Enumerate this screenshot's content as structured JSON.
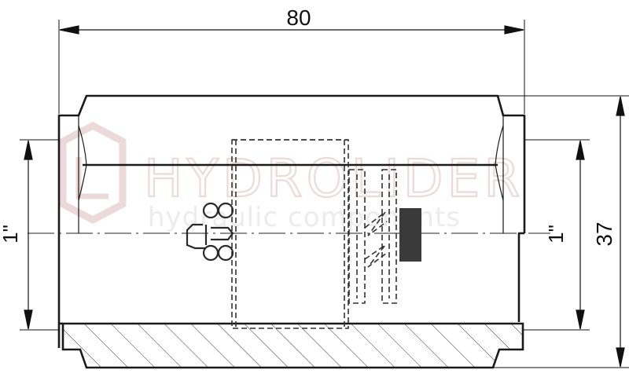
{
  "diagram": {
    "dimensions": {
      "length": "80",
      "height": "37",
      "thread_left": "1\"",
      "thread_right": "1\""
    },
    "watermark": {
      "brand": "HYDROLIDER",
      "tagline": "hydraulic components"
    },
    "colors": {
      "line": "#1a1a1a",
      "hidden": "#333333",
      "watermark": "#e8d6d6",
      "insert": "#3a3a3a"
    }
  }
}
